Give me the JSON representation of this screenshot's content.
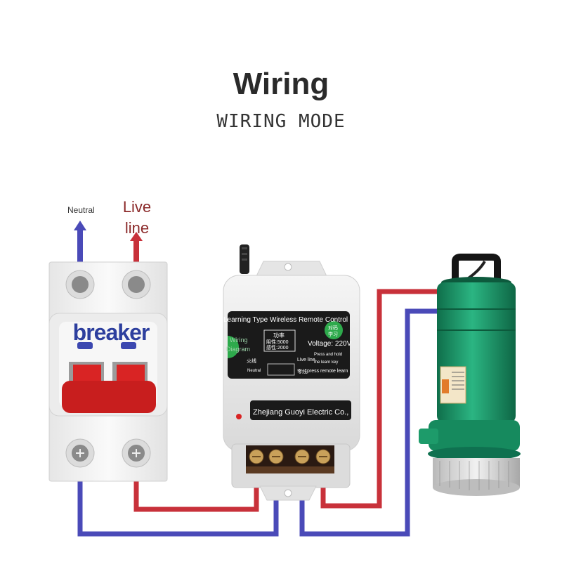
{
  "heading": {
    "title": "Wiring",
    "subtitle": "WIRING MODE"
  },
  "labels": {
    "neutral": "Neutral",
    "live_line_1": "Live",
    "live_line_2": "line",
    "breaker": "breaker"
  },
  "switch_panel": {
    "header": "Learning Type Wireless Remote Control Switch",
    "power_title": "功率",
    "power_resistive": "阻性:5000",
    "power_inductive": "感性:2000",
    "learn_badge_1": "对码",
    "learn_badge_2": "学习",
    "wiring_label_1": "Wiring",
    "wiring_label_2": "Diagram",
    "voltage": "Voltage: 220V",
    "press_hold": "Press and hold",
    "learn_key": "the learn key",
    "press_remote": "press remote learn",
    "live_line": "Live line",
    "fire_wire": "火线",
    "zero_wire": "零线",
    "neutral_small": "Neutral",
    "manufacturer": "Zhejiang Guoyi Electric Co., Ltd."
  },
  "colors": {
    "live_wire": "#c8313a",
    "neutral_wire": "#4a4ab8",
    "breaker_body": "#f2f2f2",
    "breaker_handle": "#c81e1e",
    "switch_body": "#e9e9e9",
    "panel": "#1a1a1a",
    "pump_body": "#1a9c6c"
  }
}
